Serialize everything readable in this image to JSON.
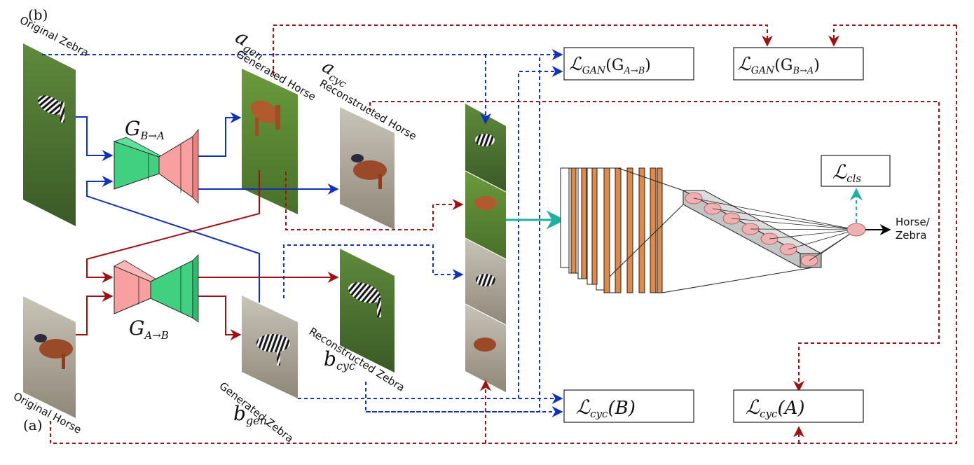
{
  "panel_labels": {
    "b": "(b)",
    "a": "(a)"
  },
  "images": {
    "original_zebra": "Original Zebra",
    "generated_horse": "Generated Horse",
    "reconstructed_horse": "Reconstructed Horse",
    "original_horse": "Original Horse",
    "generated_zebra": "Generated Zebra",
    "reconstructed_zebra": "Reconstructed Zebra"
  },
  "variables": {
    "a_gen": {
      "base": "a",
      "sub": "gen"
    },
    "a_cyc": {
      "base": "a",
      "sub": "cyc"
    },
    "b_gen": {
      "base": "b",
      "sub": "gen"
    },
    "b_cyc": {
      "base": "b",
      "sub": "cyc"
    }
  },
  "generators": {
    "g_ba": {
      "base": "G",
      "sub": "B→A"
    },
    "g_ab": {
      "base": "G",
      "sub": "A→B"
    }
  },
  "losses": {
    "gan_ab": {
      "sym": "ℒ",
      "sub": "GAN",
      "arg": "(G",
      "argsub": "A→B",
      "close": ")"
    },
    "gan_ba": {
      "sym": "ℒ",
      "sub": "GAN",
      "arg": "(G",
      "argsub": "B→A",
      "close": ")"
    },
    "cls": {
      "sym": "ℒ",
      "sub": "cls"
    },
    "cyc_b": {
      "sym": "ℒ",
      "sub": "cyc",
      "arg": "(B)"
    },
    "cyc_a": {
      "sym": "ℒ",
      "sub": "cyc",
      "arg": "(A)"
    }
  },
  "classifier_output": [
    "Horse/",
    "Zebra"
  ],
  "colors": {
    "blue": "#1030c0",
    "red": "#a01010",
    "teal": "#20b0a0",
    "generator_green": "#40d080",
    "generator_pink": "#f8a0a0",
    "conv_orange": "#e08a4a",
    "zebra_grass": "#4a6a30",
    "horse_brown": "#b05a30",
    "dry_field": "#a8a090"
  }
}
